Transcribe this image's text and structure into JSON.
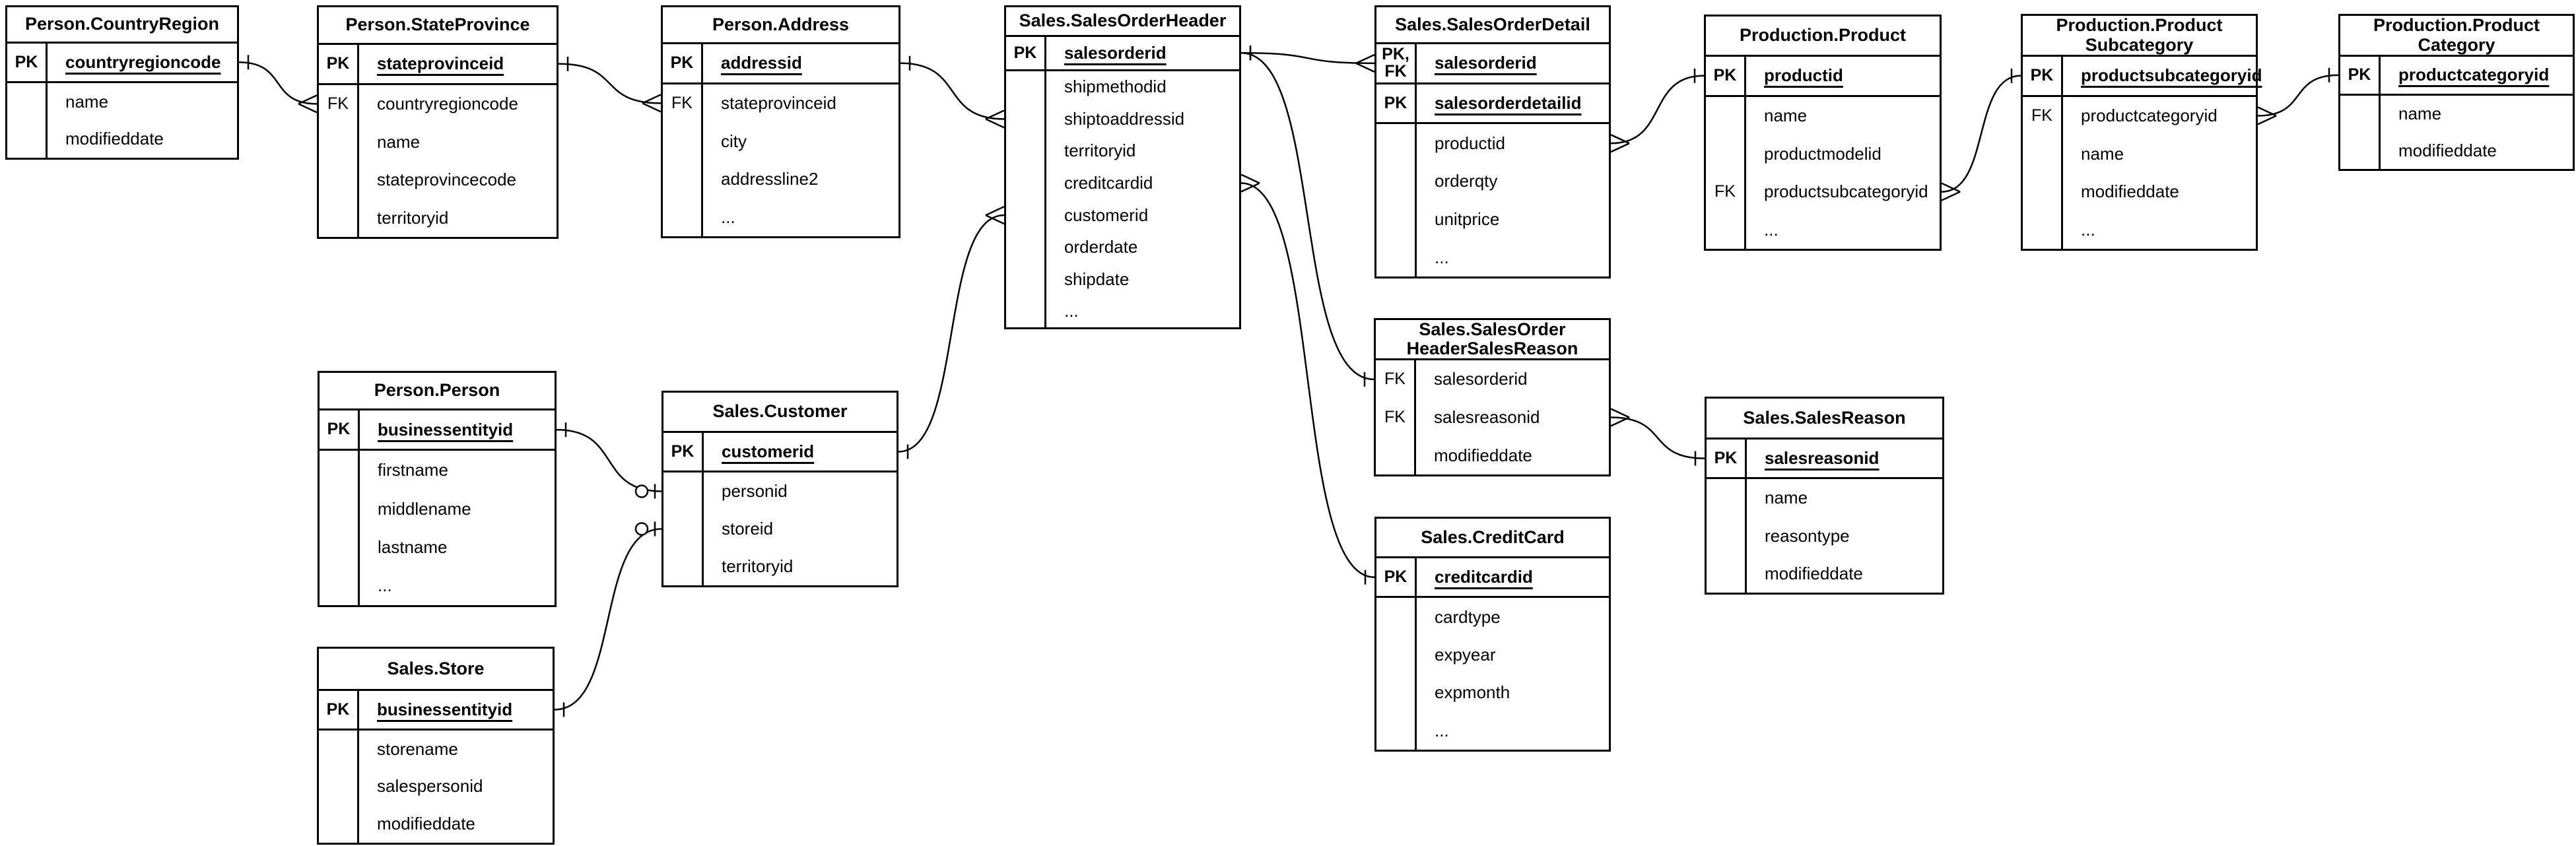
{
  "diagram": {
    "background_color": "#ffffff",
    "stroke_color": "#000000",
    "tables": [
      {
        "id": "countryregion",
        "title": "Person.CountryRegion",
        "sections": [
          {
            "rows": [
              {
                "key": "PK",
                "name": "countryregioncode",
                "pk": true
              }
            ]
          },
          {
            "rows": [
              {
                "key": "",
                "name": "name"
              },
              {
                "key": "",
                "name": "modifieddate"
              }
            ]
          }
        ]
      },
      {
        "id": "stateprovince",
        "title": "Person.StateProvince",
        "sections": [
          {
            "rows": [
              {
                "key": "PK",
                "name": "stateprovinceid",
                "pk": true
              }
            ]
          },
          {
            "rows": [
              {
                "key": "FK",
                "name": "countryregioncode"
              },
              {
                "key": "",
                "name": "name"
              },
              {
                "key": "",
                "name": "stateprovincecode"
              },
              {
                "key": "",
                "name": "territoryid"
              }
            ]
          }
        ]
      },
      {
        "id": "address",
        "title": "Person.Address",
        "sections": [
          {
            "rows": [
              {
                "key": "PK",
                "name": "addressid",
                "pk": true
              }
            ]
          },
          {
            "rows": [
              {
                "key": "FK",
                "name": "stateprovinceid"
              },
              {
                "key": "",
                "name": "city"
              },
              {
                "key": "",
                "name": "addressline2"
              },
              {
                "key": "",
                "name": "..."
              }
            ]
          }
        ]
      },
      {
        "id": "salesorderheader",
        "title": "Sales.SalesOrderHeader",
        "sections": [
          {
            "rows": [
              {
                "key": "PK",
                "name": "salesorderid",
                "pk": true
              }
            ]
          },
          {
            "rows": [
              {
                "key": "",
                "name": "shipmethodid"
              },
              {
                "key": "",
                "name": "shiptoaddressid"
              },
              {
                "key": "",
                "name": "territoryid"
              },
              {
                "key": "",
                "name": "creditcardid"
              },
              {
                "key": "",
                "name": "customerid"
              },
              {
                "key": "",
                "name": "orderdate"
              },
              {
                "key": "",
                "name": "shipdate"
              },
              {
                "key": "",
                "name": "..."
              }
            ]
          }
        ]
      },
      {
        "id": "salesorderdetail",
        "title": "Sales.SalesOrderDetail",
        "sections": [
          {
            "rows": [
              {
                "key": "PK,\nFK",
                "name": "salesorderid",
                "pk": true
              }
            ]
          },
          {
            "rows": [
              {
                "key": "PK",
                "name": "salesorderdetailid",
                "pk": true
              }
            ]
          },
          {
            "rows": [
              {
                "key": "",
                "name": "productid"
              },
              {
                "key": "",
                "name": "orderqty"
              },
              {
                "key": "",
                "name": "unitprice"
              },
              {
                "key": "",
                "name": "..."
              }
            ]
          }
        ]
      },
      {
        "id": "product",
        "title": "Production.Product",
        "sections": [
          {
            "rows": [
              {
                "key": "PK",
                "name": "productid",
                "pk": true
              }
            ]
          },
          {
            "rows": [
              {
                "key": "",
                "name": "name"
              },
              {
                "key": "",
                "name": "productmodelid"
              },
              {
                "key": "FK",
                "name": "productsubcategoryid"
              },
              {
                "key": "",
                "name": "..."
              }
            ]
          }
        ]
      },
      {
        "id": "productsubcategory",
        "title": "Production.Product\nSubcategory",
        "sections": [
          {
            "rows": [
              {
                "key": "PK",
                "name": "productsubcategoryid",
                "pk": true
              }
            ]
          },
          {
            "rows": [
              {
                "key": "FK",
                "name": "productcategoryid"
              },
              {
                "key": "",
                "name": "name"
              },
              {
                "key": "",
                "name": "modifieddate"
              },
              {
                "key": "",
                "name": "..."
              }
            ]
          }
        ]
      },
      {
        "id": "productcategory",
        "title": "Production.Product\nCategory",
        "sections": [
          {
            "rows": [
              {
                "key": "PK",
                "name": "productcategoryid",
                "pk": true
              }
            ]
          },
          {
            "rows": [
              {
                "key": "",
                "name": "name"
              },
              {
                "key": "",
                "name": "modifieddate"
              }
            ]
          }
        ]
      },
      {
        "id": "person",
        "title": "Person.Person",
        "sections": [
          {
            "rows": [
              {
                "key": "PK",
                "name": "businessentityid",
                "pk": true
              }
            ]
          },
          {
            "rows": [
              {
                "key": "",
                "name": "firstname"
              },
              {
                "key": "",
                "name": "middlename"
              },
              {
                "key": "",
                "name": "lastname"
              },
              {
                "key": "",
                "name": "..."
              }
            ]
          }
        ]
      },
      {
        "id": "customer",
        "title": "Sales.Customer",
        "sections": [
          {
            "rows": [
              {
                "key": "PK",
                "name": "customerid",
                "pk": true
              }
            ]
          },
          {
            "rows": [
              {
                "key": "",
                "name": "personid"
              },
              {
                "key": "",
                "name": "storeid"
              },
              {
                "key": "",
                "name": "territoryid"
              }
            ]
          }
        ]
      },
      {
        "id": "store",
        "title": "Sales.Store",
        "sections": [
          {
            "rows": [
              {
                "key": "PK",
                "name": "businessentityid",
                "pk": true
              }
            ]
          },
          {
            "rows": [
              {
                "key": "",
                "name": "storename"
              },
              {
                "key": "",
                "name": "salespersonid"
              },
              {
                "key": "",
                "name": "modifieddate"
              }
            ]
          }
        ]
      },
      {
        "id": "sohsr",
        "title": "Sales.SalesOrder\nHeaderSalesReason",
        "sections": [
          {
            "rows": [
              {
                "key": "FK",
                "name": "salesorderid"
              },
              {
                "key": "FK",
                "name": "salesreasonid"
              },
              {
                "key": "",
                "name": "modifieddate"
              }
            ]
          }
        ]
      },
      {
        "id": "salesreason",
        "title": "Sales.SalesReason",
        "sections": [
          {
            "rows": [
              {
                "key": "PK",
                "name": "salesreasonid",
                "pk": true
              }
            ]
          },
          {
            "rows": [
              {
                "key": "",
                "name": "name"
              },
              {
                "key": "",
                "name": "reasontype"
              },
              {
                "key": "",
                "name": "modifieddate"
              }
            ]
          }
        ]
      },
      {
        "id": "creditcard",
        "title": "Sales.CreditCard",
        "sections": [
          {
            "rows": [
              {
                "key": "PK",
                "name": "creditcardid",
                "pk": true
              }
            ]
          },
          {
            "rows": [
              {
                "key": "",
                "name": "cardtype"
              },
              {
                "key": "",
                "name": "expyear"
              },
              {
                "key": "",
                "name": "expmonth"
              },
              {
                "key": "",
                "name": "..."
              }
            ]
          }
        ]
      }
    ],
    "relationships": [
      {
        "id": "countryregion-stateprovince",
        "from": {
          "table": "countryregion",
          "row": "countryregioncode",
          "side": "right",
          "marker": "one"
        },
        "to": {
          "table": "stateprovince",
          "row": "countryregioncode",
          "side": "left",
          "marker": "many"
        }
      },
      {
        "id": "stateprovince-address",
        "from": {
          "table": "stateprovince",
          "row": "stateprovinceid",
          "side": "right",
          "marker": "one"
        },
        "to": {
          "table": "address",
          "row": "stateprovinceid",
          "side": "left",
          "marker": "many"
        }
      },
      {
        "id": "address-salesorderheader",
        "from": {
          "table": "address",
          "row": "addressid",
          "side": "right",
          "marker": "one"
        },
        "to": {
          "table": "salesorderheader",
          "row": "shiptoaddressid",
          "side": "left",
          "marker": "many"
        }
      },
      {
        "id": "customer-salesorderheader",
        "from": {
          "table": "customer",
          "row": "customerid",
          "side": "right",
          "marker": "one"
        },
        "to": {
          "table": "salesorderheader",
          "row": "customerid",
          "side": "left",
          "marker": "many"
        }
      },
      {
        "id": "salesorderheader-salesorderdetail",
        "from": {
          "table": "salesorderheader",
          "row": "salesorderid",
          "side": "right",
          "marker": "one"
        },
        "to": {
          "table": "salesorderdetail",
          "row": "salesorderid",
          "side": "left",
          "marker": "many"
        }
      },
      {
        "id": "salesorderheader-sohsr",
        "from": {
          "table": "salesorderheader",
          "row": "salesorderid",
          "side": "right",
          "marker": "one"
        },
        "to": {
          "table": "sohsr",
          "row": "salesorderid",
          "side": "left",
          "marker": "one"
        }
      },
      {
        "id": "creditcard-salesorderheader",
        "from": {
          "table": "creditcard",
          "row": "creditcardid",
          "side": "left",
          "marker": "one"
        },
        "to": {
          "table": "salesorderheader",
          "row": "creditcardid",
          "side": "right",
          "marker": "many"
        }
      },
      {
        "id": "product-salesorderdetail",
        "from": {
          "table": "product",
          "row": "productid",
          "side": "left",
          "marker": "one"
        },
        "to": {
          "table": "salesorderdetail",
          "row": "productid",
          "side": "right",
          "marker": "many"
        }
      },
      {
        "id": "productsubcategory-product",
        "from": {
          "table": "productsubcategory",
          "row": "productsubcategoryid",
          "side": "left",
          "marker": "one"
        },
        "to": {
          "table": "product",
          "row": "productsubcategoryid",
          "side": "right",
          "marker": "many"
        }
      },
      {
        "id": "productcategory-productsubcategory",
        "from": {
          "table": "productcategory",
          "row": "productcategoryid",
          "side": "left",
          "marker": "one"
        },
        "to": {
          "table": "productsubcategory",
          "row": "productcategoryid",
          "side": "right",
          "marker": "many"
        }
      },
      {
        "id": "salesreason-sohsr",
        "from": {
          "table": "salesreason",
          "row": "salesreasonid",
          "side": "left",
          "marker": "one"
        },
        "to": {
          "table": "sohsr",
          "row": "salesreasonid",
          "side": "right",
          "marker": "many"
        }
      },
      {
        "id": "person-customer",
        "from": {
          "table": "person",
          "row": "businessentityid",
          "side": "right",
          "marker": "one"
        },
        "to": {
          "table": "customer",
          "row": "personid",
          "side": "left",
          "marker": "zero-one"
        }
      },
      {
        "id": "store-customer",
        "from": {
          "table": "store",
          "row": "businessentityid",
          "side": "right",
          "marker": "one"
        },
        "to": {
          "table": "customer",
          "row": "storeid",
          "side": "left",
          "marker": "zero-one"
        }
      }
    ]
  }
}
